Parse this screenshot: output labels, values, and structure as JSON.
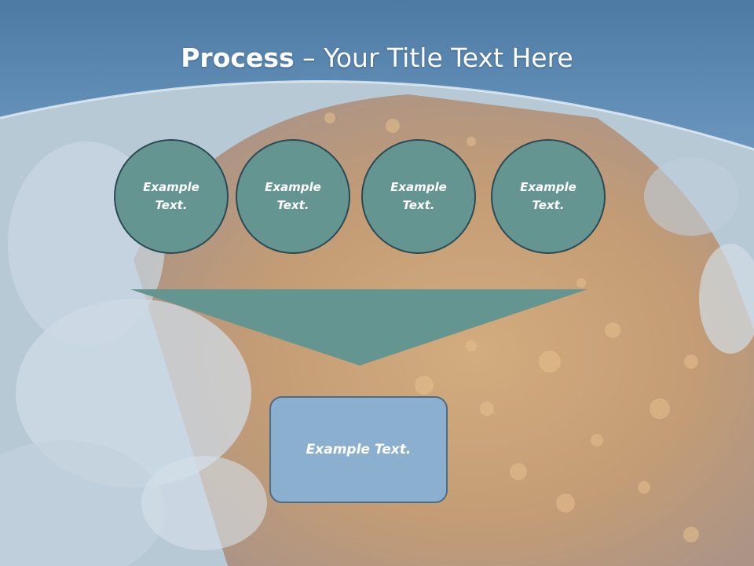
{
  "slide": {
    "title_bold": "Process",
    "title_rest": " – Your Title Text Here",
    "circles": [
      {
        "label": "Example Text."
      },
      {
        "label": "Example Text."
      },
      {
        "label": "Example Text."
      },
      {
        "label": "Example Text."
      }
    ],
    "result_box": {
      "label": "Example Text."
    }
  },
  "colors": {
    "header_blue": "#5b88b2",
    "circle_fill": "#659590",
    "circle_border": "#2b4a56",
    "funnel_fill": "#659590",
    "box_fill": "#8bb0cf",
    "box_border": "#4c6d86",
    "text": "#ffffff"
  }
}
